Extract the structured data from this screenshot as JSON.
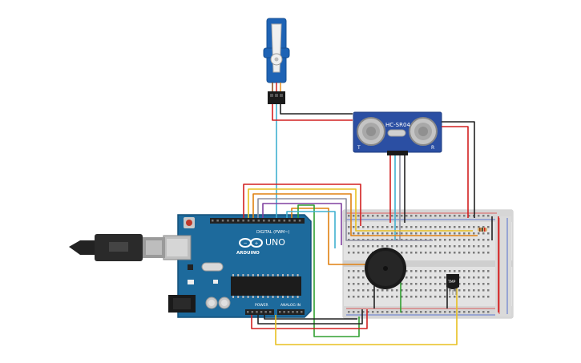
{
  "arduino": {
    "brand": "ARDUINO",
    "model": "UNO",
    "digital_label": "DIGITAL (PWM~)",
    "analog_label": "ANALOG IN",
    "power_label": "POWER"
  },
  "sensor": {
    "model": "HC-SR04",
    "left_mark": "T",
    "right_mark": "R"
  },
  "temp_sensor": {
    "label": "TMP"
  },
  "colors": {
    "board": "#1f5f8f",
    "breadboard": "#dcdcdc",
    "wire_red": "#d22020",
    "wire_black": "#222222",
    "wire_yellow": "#e8c020",
    "wire_orange": "#e08010",
    "wire_green": "#30a030",
    "wire_cyan": "#40b0d0",
    "wire_gray": "#9090a0",
    "wire_purple": "#8040a0"
  }
}
